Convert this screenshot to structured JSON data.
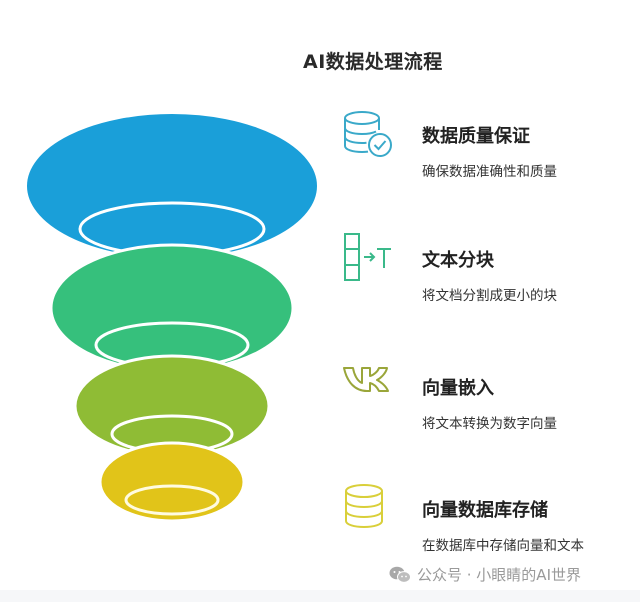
{
  "title": "AI数据处理流程",
  "colors": {
    "layer1": "#1a9fd9",
    "layer2": "#36c07c",
    "layer3": "#8fbc35",
    "layer4": "#e1c419",
    "inner_ring": "#ffffff",
    "icon1": "#3aa9c9",
    "icon2": "#3ab98a",
    "icon3": "#9aa63a",
    "icon4": "#d9cf3a"
  },
  "steps": [
    {
      "label": "数据质量保证",
      "desc": "确保数据准确性和质量",
      "icon": "database-check-icon"
    },
    {
      "label": "文本分块",
      "desc": "将文档分割成更小的块",
      "icon": "text-split-icon"
    },
    {
      "label": "向量嵌入",
      "desc": "将文本转换为数字向量",
      "icon": "vk-logo-icon"
    },
    {
      "label": "向量数据库存储",
      "desc": "在数据库中存储向量和文本",
      "icon": "database-icon"
    }
  ],
  "icon_glyphs": {
    "text_split_arrow": "→T"
  },
  "watermark": {
    "text": "公众号 · 小眼睛的AI世界",
    "icon": "wechat-icon"
  }
}
